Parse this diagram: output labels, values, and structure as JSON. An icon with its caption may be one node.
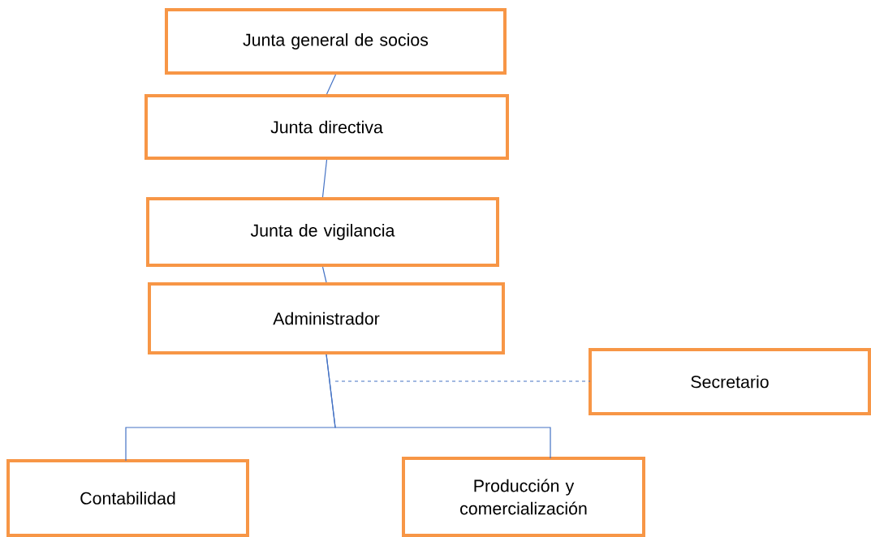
{
  "diagram": {
    "nodes": [
      {
        "text": [
          "Junta general de socios"
        ]
      },
      {
        "text": [
          "Junta directiva"
        ]
      },
      {
        "text": [
          "Junta de vigilancia"
        ]
      },
      {
        "text": [
          "Administrador"
        ]
      },
      {
        "text": [
          "Secretario"
        ]
      },
      {
        "text": [
          "Contabilidad"
        ]
      },
      {
        "text": [
          "Producción y comercialización"
        ]
      }
    ],
    "edges": [
      {
        "from": 0,
        "to": 1,
        "arrow": "none"
      },
      {
        "from": 1,
        "to": 2,
        "arrow": "none"
      },
      {
        "from": 2,
        "to": 3,
        "arrow": "none"
      },
      {
        "from": 3,
        "to": 4,
        "arrow": "none",
        "style": "dashed"
      },
      {
        "from": 3,
        "to": 5,
        "arrow": "none"
      },
      {
        "from": 3,
        "to": 6,
        "arrow": "none"
      }
    ]
  }
}
